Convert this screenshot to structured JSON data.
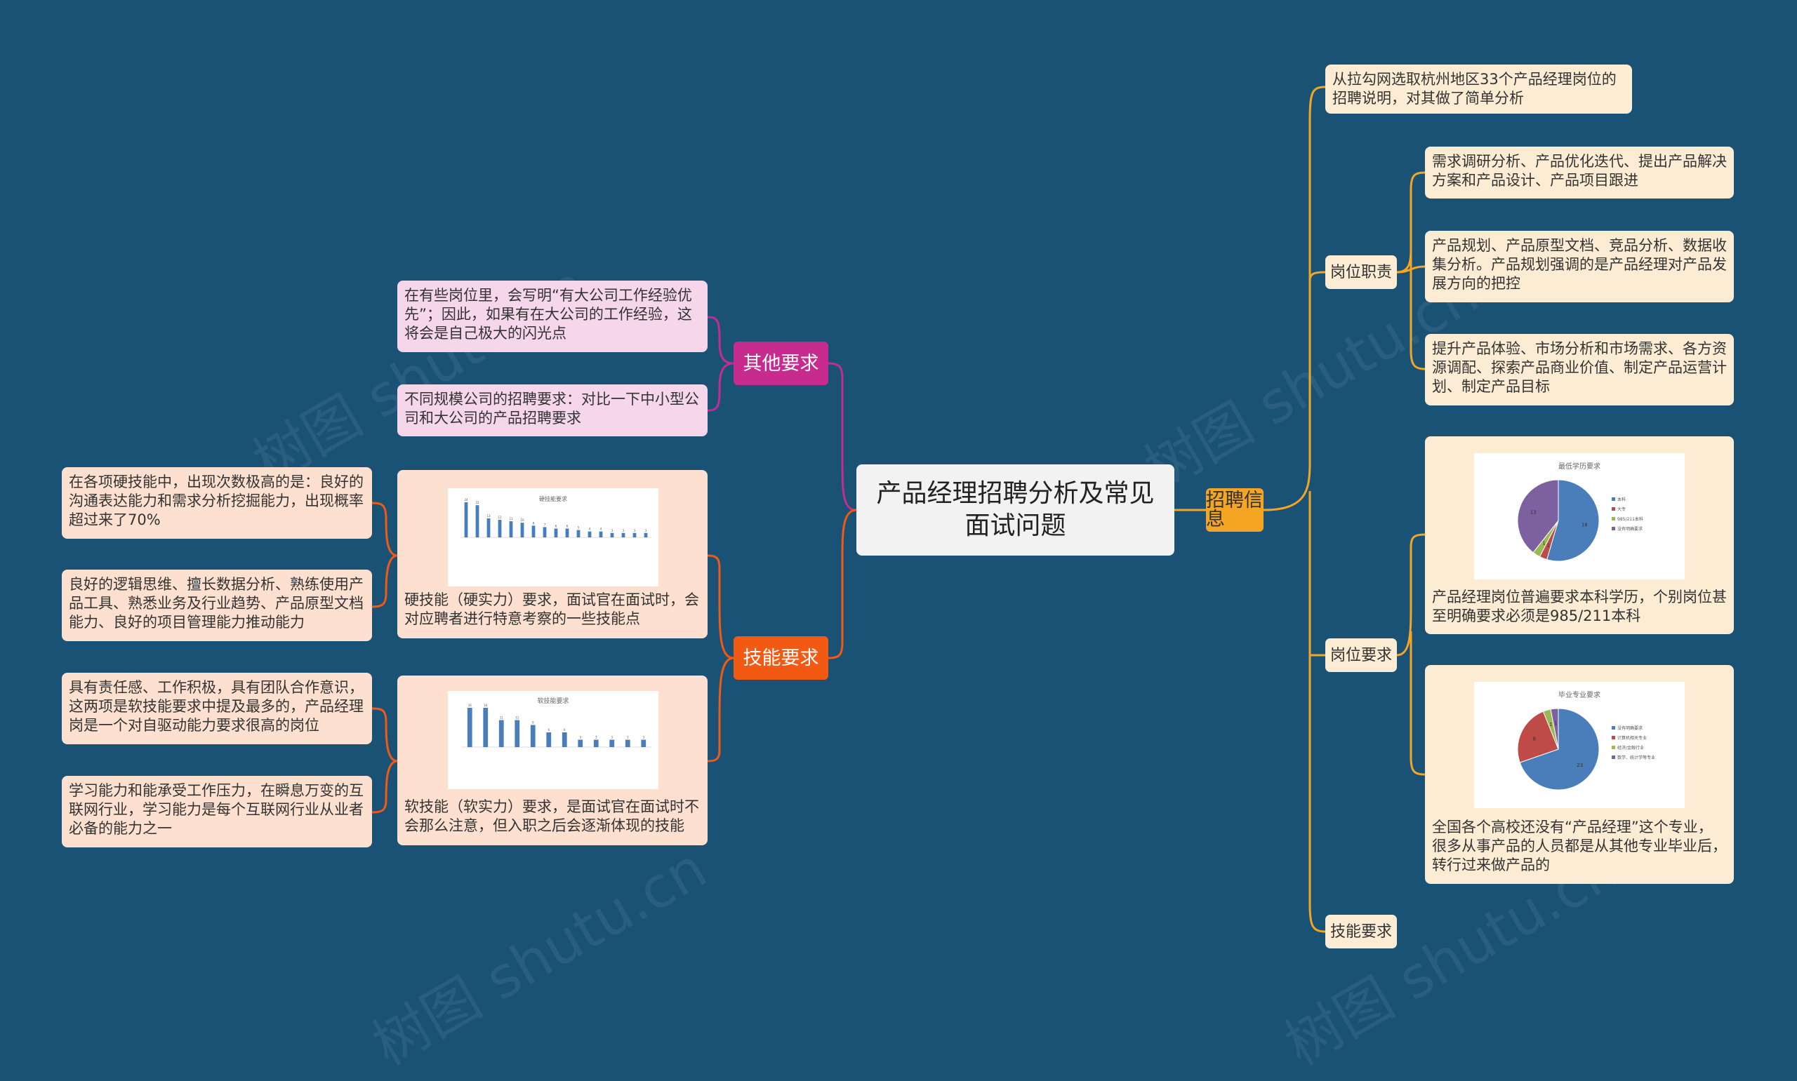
{
  "center_title": "产品经理招聘分析及常见面试问题",
  "right": {
    "topic": "招聘信息",
    "intro": "从拉勾网选取杭州地区33个产品经理岗位的招聘说明，对其做了简单分析",
    "duties": {
      "label": "岗位职责",
      "items": [
        "需求调研分析、产品优化迭代、提出产品解决方案和产品设计、产品项目跟进",
        "产品规划、产品原型文档、竞品分析、数据收集分析。产品规划强调的是产品经理对产品发展方向的把控",
        "提升产品体验、市场分析和市场需求、各方资源调配、探索产品商业价值、制定产品运营计划、制定产品目标"
      ]
    },
    "requirements": {
      "label": "岗位要求",
      "edu_text": "产品经理岗位普遍要求本科学历，个别岗位甚至明确要求必须是985/211本科",
      "major_text": "全国各个高校还没有“产品经理”这个专业，很多从事产品的人员都是从其他专业毕业后，转行过来做产品的"
    },
    "skills_label": "技能要求"
  },
  "left": {
    "other": {
      "topic": "其他要求",
      "items": [
        "在有些岗位里，会写明“有大公司工作经验优先”；因此，如果有在大公司的工作经验，这将会是自己极大的闪光点",
        "不同规模公司的招聘要求：对比一下中小型公司和大公司的产品招聘要求"
      ]
    },
    "skills": {
      "topic": "技能要求",
      "hard": {
        "text": "硬技能（硬实力）要求，面试官在面试时，会对应聘者进行特意考察的一些技能点",
        "notes": [
          "在各项硬技能中，出现次数极高的是：良好的沟通表达能力和需求分析挖掘能力，出现概率超过来了70%",
          "良好的逻辑思维、擅长数据分析、熟练使用产品工具、熟悉业务及行业趋势、产品原型文档能力、良好的项目管理能力推动能力"
        ]
      },
      "soft": {
        "text": "软技能（软实力）要求，是面试官在面试时不会那么注意，但入职之后会逐渐体现的技能",
        "notes": [
          "具有责任感、工作积极，具有团队合作意识，这两项是软技能要求中提及最多的，产品经理岗是一个对自驱动能力要求很高的岗位",
          "学习能力和能承受工作压力，在瞬息万变的互联网行业，学习能力是每个互联网行业从业者必备的能力之一"
        ]
      }
    }
  },
  "chart_data": [
    {
      "type": "pie",
      "title": "最低学历要求",
      "labels": [
        "本科",
        "大专",
        "985/211本科",
        "没有明确要求"
      ],
      "values": [
        18,
        1,
        1,
        13
      ],
      "colors": [
        "#4a7ebb",
        "#be4b48",
        "#98b954",
        "#7d60a0"
      ]
    },
    {
      "type": "pie",
      "title": "毕业专业要求",
      "labels": [
        "没有明确要求",
        "计算机相关专业",
        "经济/金融行业",
        "数学、统计学等专业"
      ],
      "values": [
        23,
        8,
        1,
        1
      ],
      "colors": [
        "#4a7ebb",
        "#be4b48",
        "#98b954",
        "#7d60a0"
      ]
    },
    {
      "type": "bar",
      "title": "硬技能要求",
      "values": [
        24,
        22,
        13,
        12,
        11,
        10,
        8,
        7,
        6,
        6,
        5,
        4,
        4,
        3,
        3,
        3,
        3
      ],
      "color": "#4a7ebb"
    },
    {
      "type": "bar",
      "title": "软技能要求",
      "values": [
        16,
        16,
        11,
        11,
        9,
        6,
        6,
        3,
        3,
        3,
        3,
        3
      ],
      "color": "#4a7ebb"
    }
  ],
  "watermark": [
    "树图 shutu.cn",
    "树图 shutu.cn",
    "树图 shutu.cn",
    "树图 shutu.cn"
  ]
}
